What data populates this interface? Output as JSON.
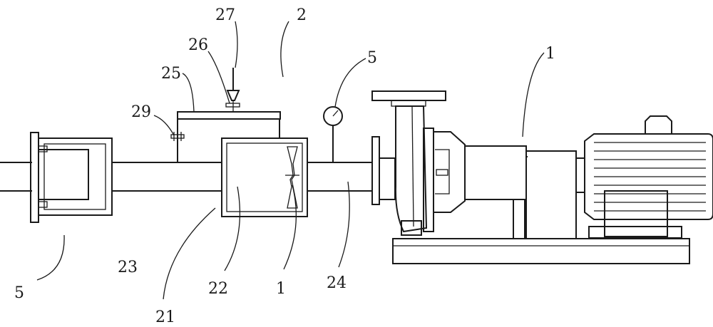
{
  "diagram": {
    "labels": {
      "l_27": "27",
      "l_2": "2",
      "l_26": "26",
      "l_25": "25",
      "l_29": "29",
      "l_5_top": "5",
      "l_1_top": "1",
      "l_5_left": "5",
      "l_23": "23",
      "l_22": "22",
      "l_1_bottom": "1",
      "l_24": "24",
      "l_21": "21"
    },
    "colors": {
      "stroke": "#1a1a1a",
      "background": "#ffffff"
    },
    "icons": [
      "pressure-gauge-icon",
      "valve-icon",
      "funnel-icon",
      "venturi-icon",
      "motor-icon",
      "pump-icon"
    ]
  }
}
